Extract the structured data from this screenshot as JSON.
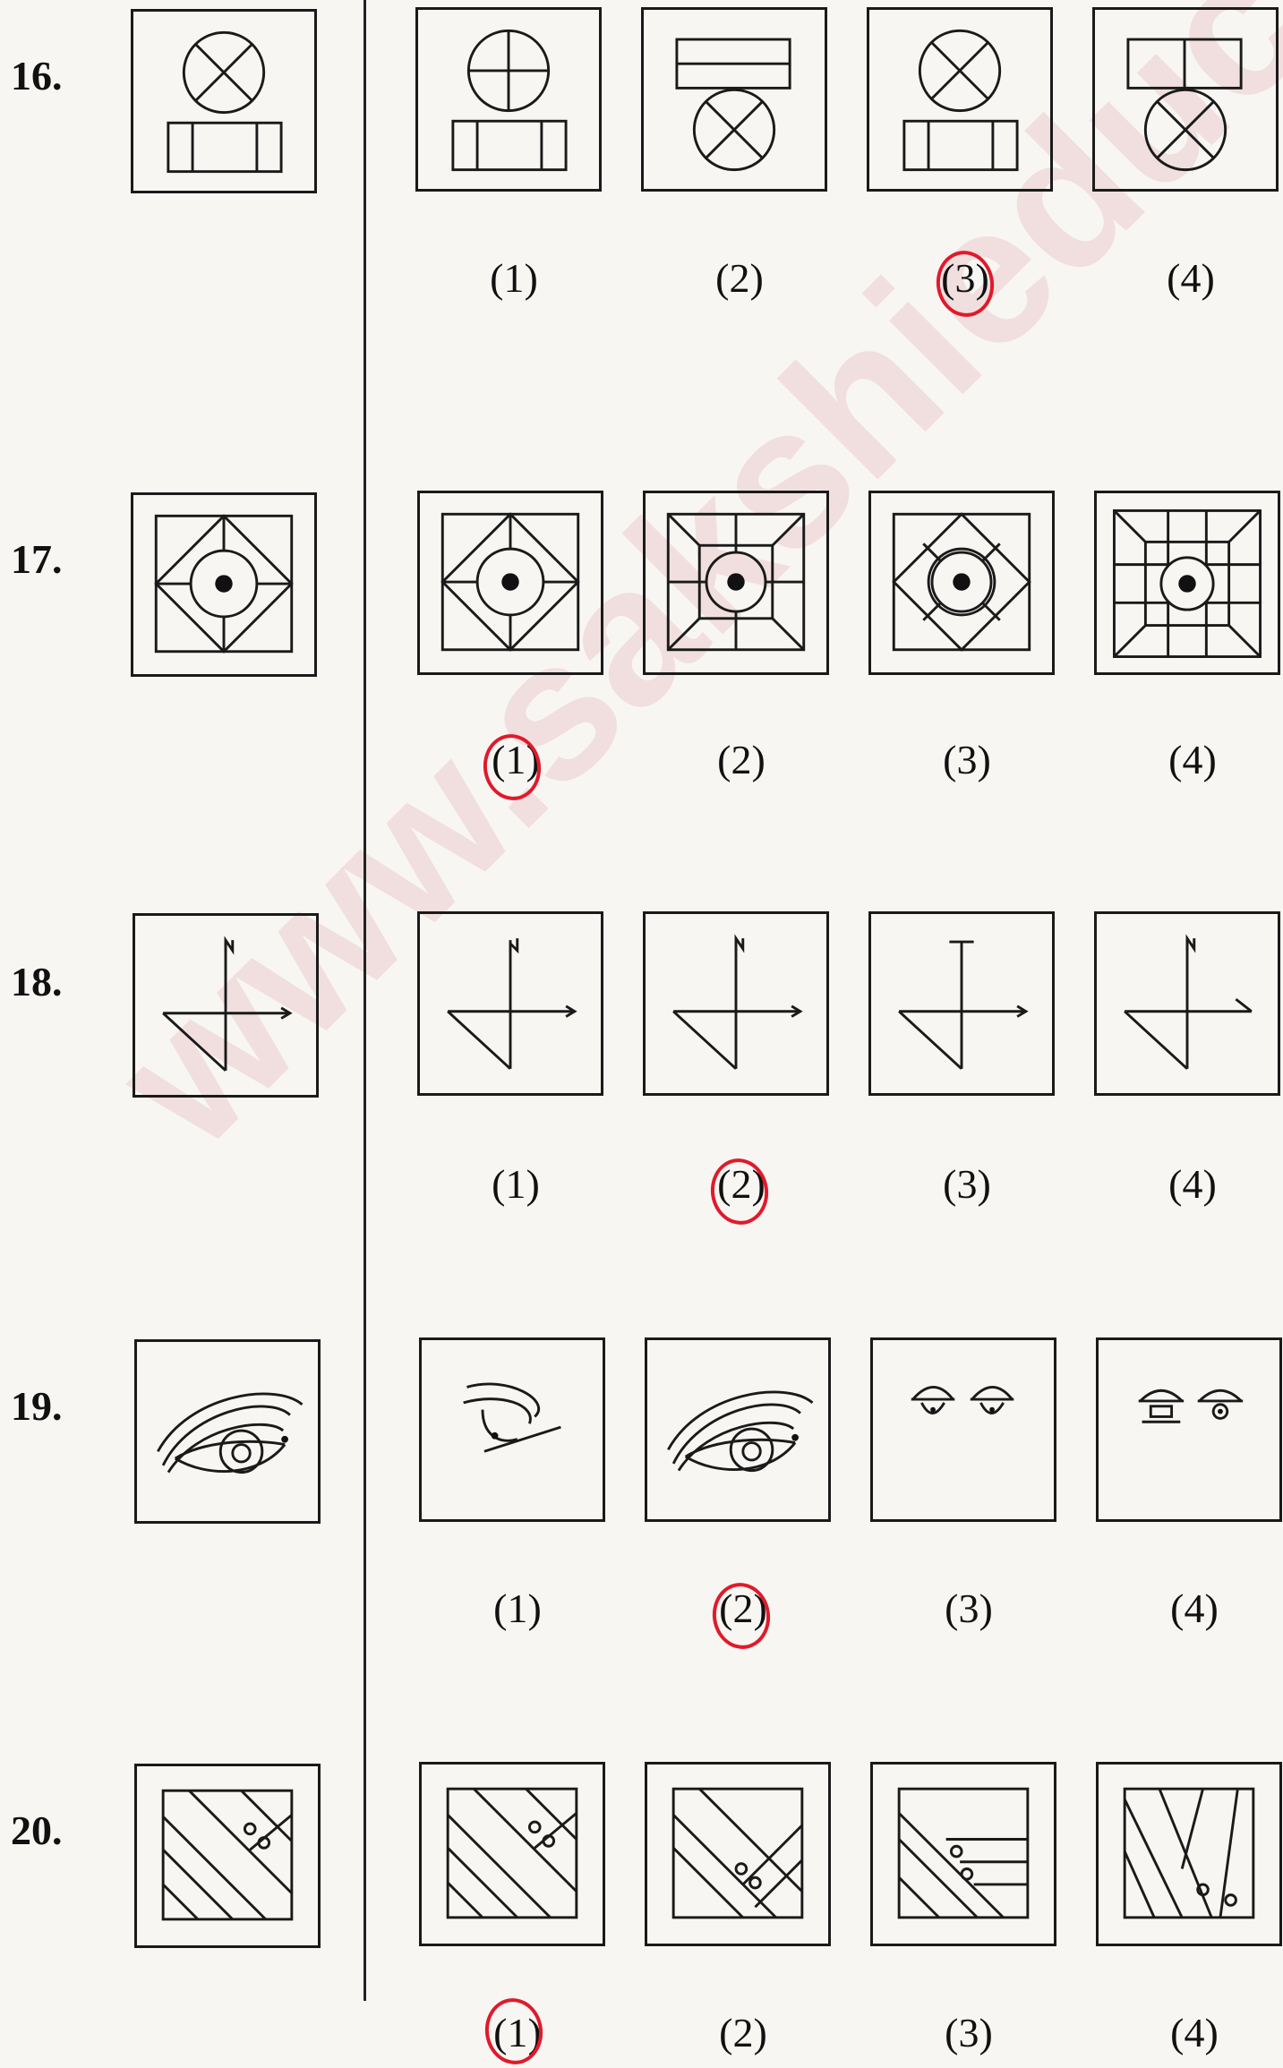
{
  "questions": [
    {
      "number": "16.",
      "options": [
        "(1)",
        "(2)",
        "(3)",
        "(4)"
      ],
      "marked": 3
    },
    {
      "number": "17.",
      "options": [
        "(1)",
        "(2)",
        "(3)",
        "(4)"
      ],
      "marked": 1
    },
    {
      "number": "18.",
      "options": [
        "(1)",
        "(2)",
        "(3)",
        "(4)"
      ],
      "marked": 2
    },
    {
      "number": "19.",
      "options": [
        "(1)",
        "(2)",
        "(3)",
        "(4)"
      ],
      "marked": 2
    },
    {
      "number": "20.",
      "options": [
        "(1)",
        "(2)",
        "(3)",
        "(4)"
      ],
      "marked": 1
    }
  ],
  "watermark": "www.sakshieduc",
  "colors": {
    "ink": "#1a1a1a",
    "mark": "#e01a2b",
    "paper": "#f7f6f3"
  }
}
